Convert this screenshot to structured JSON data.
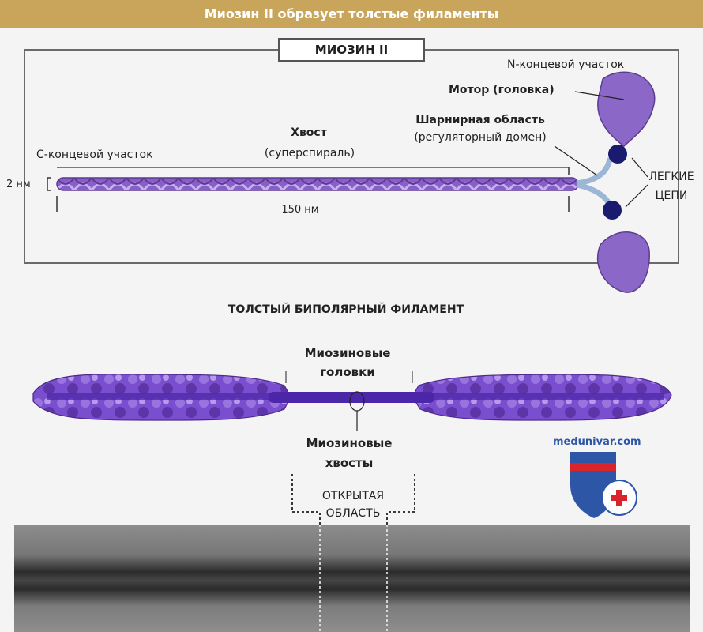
{
  "header": {
    "title": "Миозин II образует толстые филаменты"
  },
  "myosin": {
    "box_title": "МИОЗИН II",
    "n_terminal": "N-концевой участок",
    "motor": "Мотор (головка)",
    "hinge_line1": "Шарнирная область",
    "hinge_line2": "(регуляторный домен)",
    "tail_line1": "Хвост",
    "tail_line2": "(суперспираль)",
    "c_terminal": "С-концевой участок",
    "light_chains_line1": "ЛЕГКИЕ",
    "light_chains_line2": "ЦЕПИ",
    "width_label": "2 нм",
    "length_label": "150 нм"
  },
  "filament": {
    "title": "ТОЛСТЫЙ БИПОЛЯРНЫЙ ФИЛАМЕНТ",
    "heads_line1": "Миозиновые",
    "heads_line2": "головки",
    "tails_line1": "Миозиновые",
    "tails_line2": "хвосты",
    "open_area_line1": "ОТКРЫТАЯ",
    "open_area_line2": "ОБЛАСТЬ"
  },
  "watermark": "medunivar.com",
  "colors": {
    "header": "#c8a55a",
    "myosin": "#8a5ec9",
    "filament": "#6a3fc4",
    "light_chain": "#1a1a6e",
    "logo_blue": "#2d56a6",
    "logo_red": "#d8242a"
  }
}
